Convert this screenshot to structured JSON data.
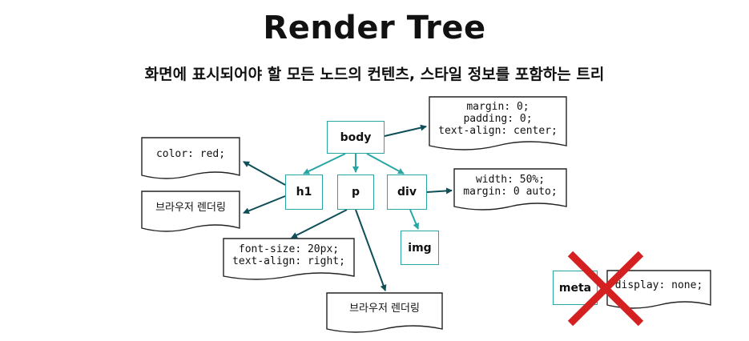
{
  "title": "Render Tree",
  "subtitle": "화면에 표시되어야 할 모든 노드의 컨텐츠, 스타일 정보를 포함하는 트리",
  "colors": {
    "node_border": "#2aa5a5",
    "edge_teal": "#2aa5a5",
    "edge_dark": "#0f4f57",
    "cross": "#d42020"
  },
  "nodes": {
    "body": "body",
    "h1": "h1",
    "p": "p",
    "div": "div",
    "img": "img",
    "meta": "meta"
  },
  "notes": {
    "body_style": "margin: 0;\npadding: 0;\ntext-align: center;",
    "h1_color": "color: red;",
    "h1_text": "브라우저 렌더링",
    "div_style": "width: 50%;\nmargin: 0 auto;",
    "p_style": "font-size: 20px;\ntext-align: right;",
    "p_text": "브라우저  렌더링",
    "meta_style": "display: none;"
  },
  "icons": {
    "excluded_mark": "cross-icon"
  }
}
